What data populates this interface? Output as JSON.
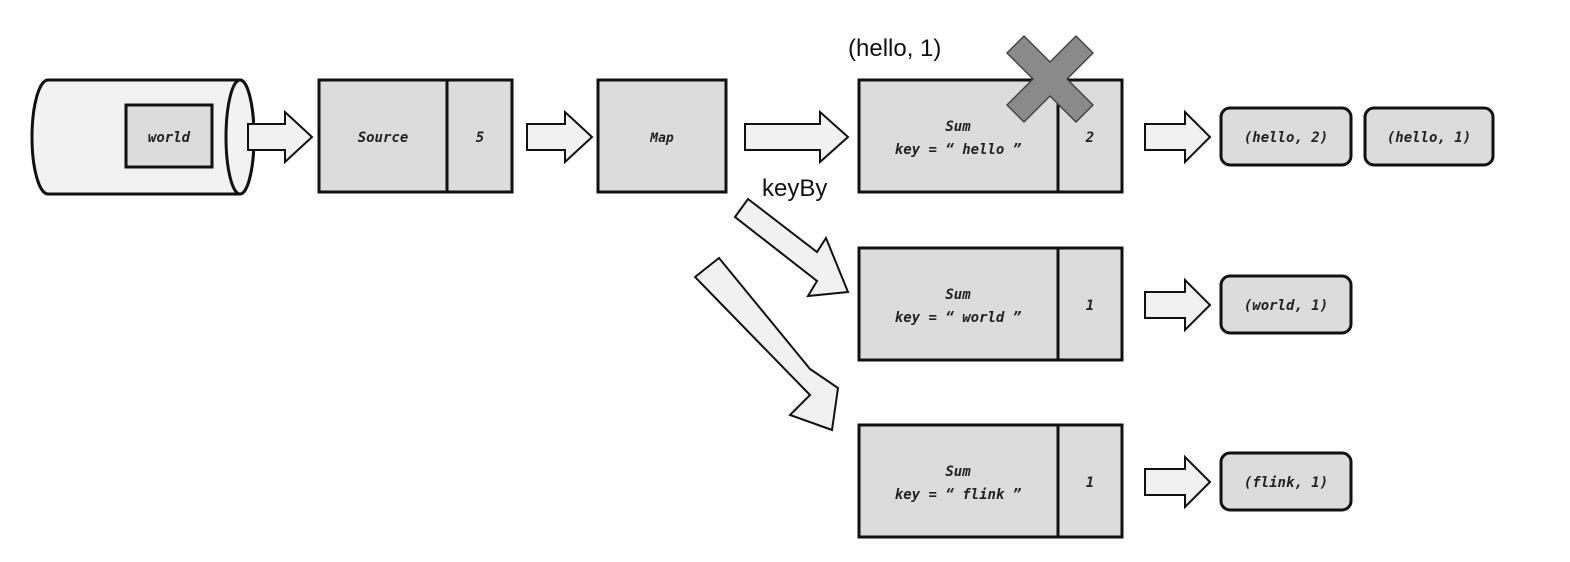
{
  "source_queue": {
    "label": "world"
  },
  "operators": {
    "source": {
      "name": "Source",
      "state": "5"
    },
    "map": {
      "name": "Map"
    }
  },
  "annotations": {
    "keyby_label": "keyBy",
    "dropped_record": "(hello, 1)",
    "x_mark_color": "#8a8a8a"
  },
  "sum_operators": [
    {
      "name": "Sum",
      "key_line": "key = “ hello ”",
      "state": "2",
      "failed": true
    },
    {
      "name": "Sum",
      "key_line": "key = “ world ”",
      "state": "1",
      "failed": false
    },
    {
      "name": "Sum",
      "key_line": "key = “ flink ”",
      "state": "1",
      "failed": false
    }
  ],
  "outputs": [
    [
      "(hello, 2)",
      "(hello, 1)"
    ],
    [
      "(world, 1)"
    ],
    [
      "(flink, 1)"
    ]
  ],
  "colors": {
    "box_fill": "#dcdcdc",
    "arrow_fill": "#f1f1f1",
    "stroke": "#111111",
    "cylinder_fill": "#f2f2f2"
  }
}
